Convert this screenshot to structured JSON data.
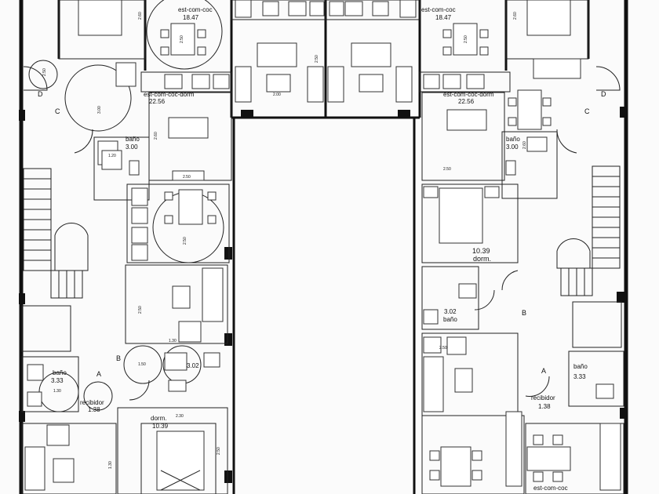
{
  "rooms": {
    "left_top": {
      "name": "est-com-coc",
      "area": "18.47"
    },
    "right_top": {
      "name": "est-com-coc",
      "area": "18.47"
    },
    "left_mid": {
      "name": "est-com-coc-dorm",
      "area": "22.56"
    },
    "right_mid": {
      "name": "est-com-coc-dorm",
      "area": "22.56"
    },
    "left_bath_top": {
      "name": "baño",
      "area": "3.00"
    },
    "right_bath_top": {
      "name": "baño",
      "area": "3.00"
    },
    "right_dorm": {
      "area": "10.39",
      "name": "dorm."
    },
    "right_bath_mid": {
      "area": "3.02",
      "name": "baño"
    },
    "left_bath_low": {
      "name": "baño",
      "area": "3.33"
    },
    "right_bath_low": {
      "name": "baño",
      "area": "3.33"
    },
    "left_recibidor": {
      "name": "recibidor",
      "area": "1.38"
    },
    "right_recibidor": {
      "name": "recibidor",
      "area": "1.38"
    },
    "left_bath_mid": {
      "area": "3.02"
    },
    "left_dorm": {
      "name": "dorm.",
      "area": "10.39"
    },
    "right_bottom": {
      "name": "est-com-coc"
    }
  },
  "doors": {
    "left_d": "D",
    "left_c": "C",
    "left_b": "B",
    "left_a": "A",
    "right_d": "D",
    "right_c": "C",
    "right_b": "B",
    "right_a": "A"
  },
  "dims": {
    "d1": "2.60",
    "d2": "2.50",
    "d3": "2.00",
    "d4": "2.50",
    "d5": "2.60",
    "d6": "2.50",
    "d7": "2.60",
    "d8": "2.50",
    "d9": "3.00",
    "d10": "2.50",
    "d11": "1.20",
    "d12": "2.60",
    "d13": "2.50",
    "d14": "1.30",
    "d15": "2.50",
    "d16": "1.50",
    "d17": "1.30",
    "d18": "2.30",
    "d19": "1.30",
    "d20": "2.50",
    "d21": "2.50",
    "d22": "2.50"
  }
}
